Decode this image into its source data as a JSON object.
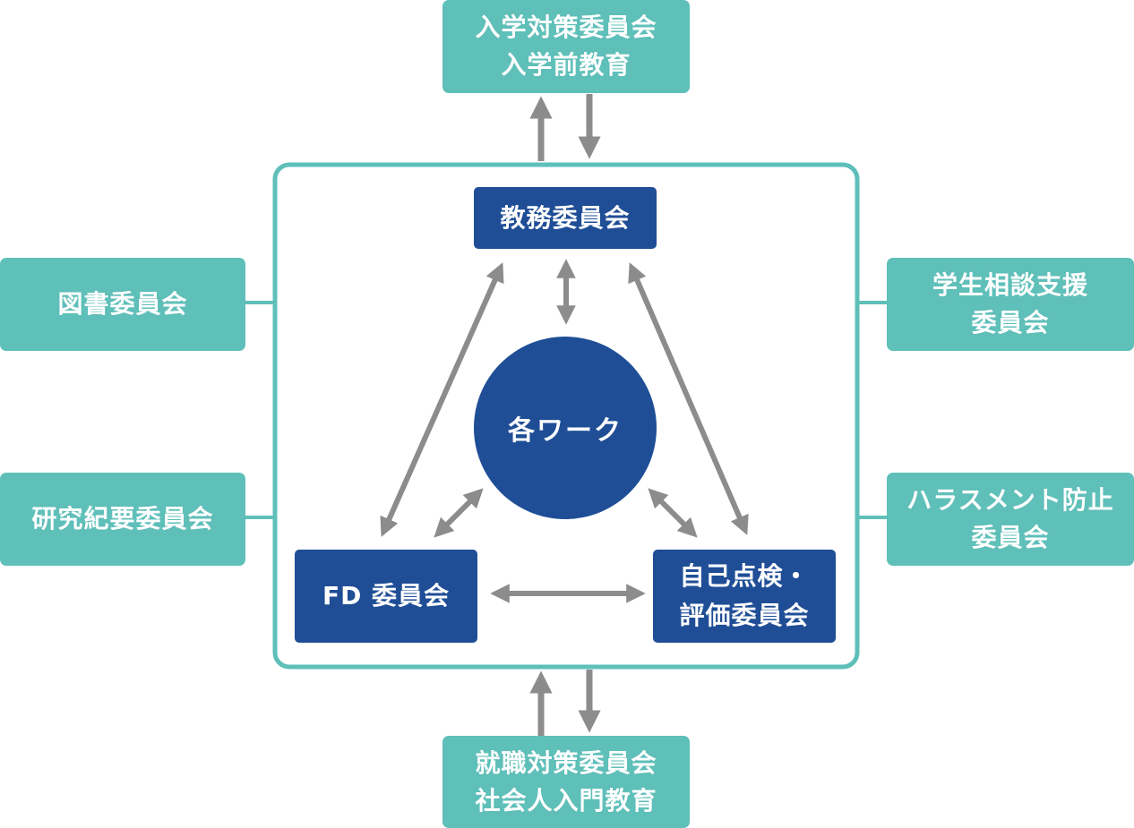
{
  "top": {
    "line1": "入学対策委員会",
    "line2": "入学前教育"
  },
  "bottom": {
    "line1": "就職対策委員会",
    "line2": "社会人入門教育"
  },
  "left_upper": {
    "line1": "図書委員会"
  },
  "left_lower": {
    "line1": "研究紀要委員会"
  },
  "right_upper": {
    "line1": "学生相談支援",
    "line2": "委員会"
  },
  "right_lower": {
    "line1": "ハラスメント防止",
    "line2": "委員会"
  },
  "inner": {
    "top": {
      "line1": "教務委員会"
    },
    "left": {
      "line1": "FD 委員会"
    },
    "right": {
      "line1": "自己点検・",
      "line2": "評価委員会"
    },
    "center": "各ワーク"
  },
  "colors": {
    "teal": "#5fbfb9",
    "navy": "#1f4e96",
    "arrow": "#8c8c8c",
    "frame": "#5fbfb9"
  }
}
